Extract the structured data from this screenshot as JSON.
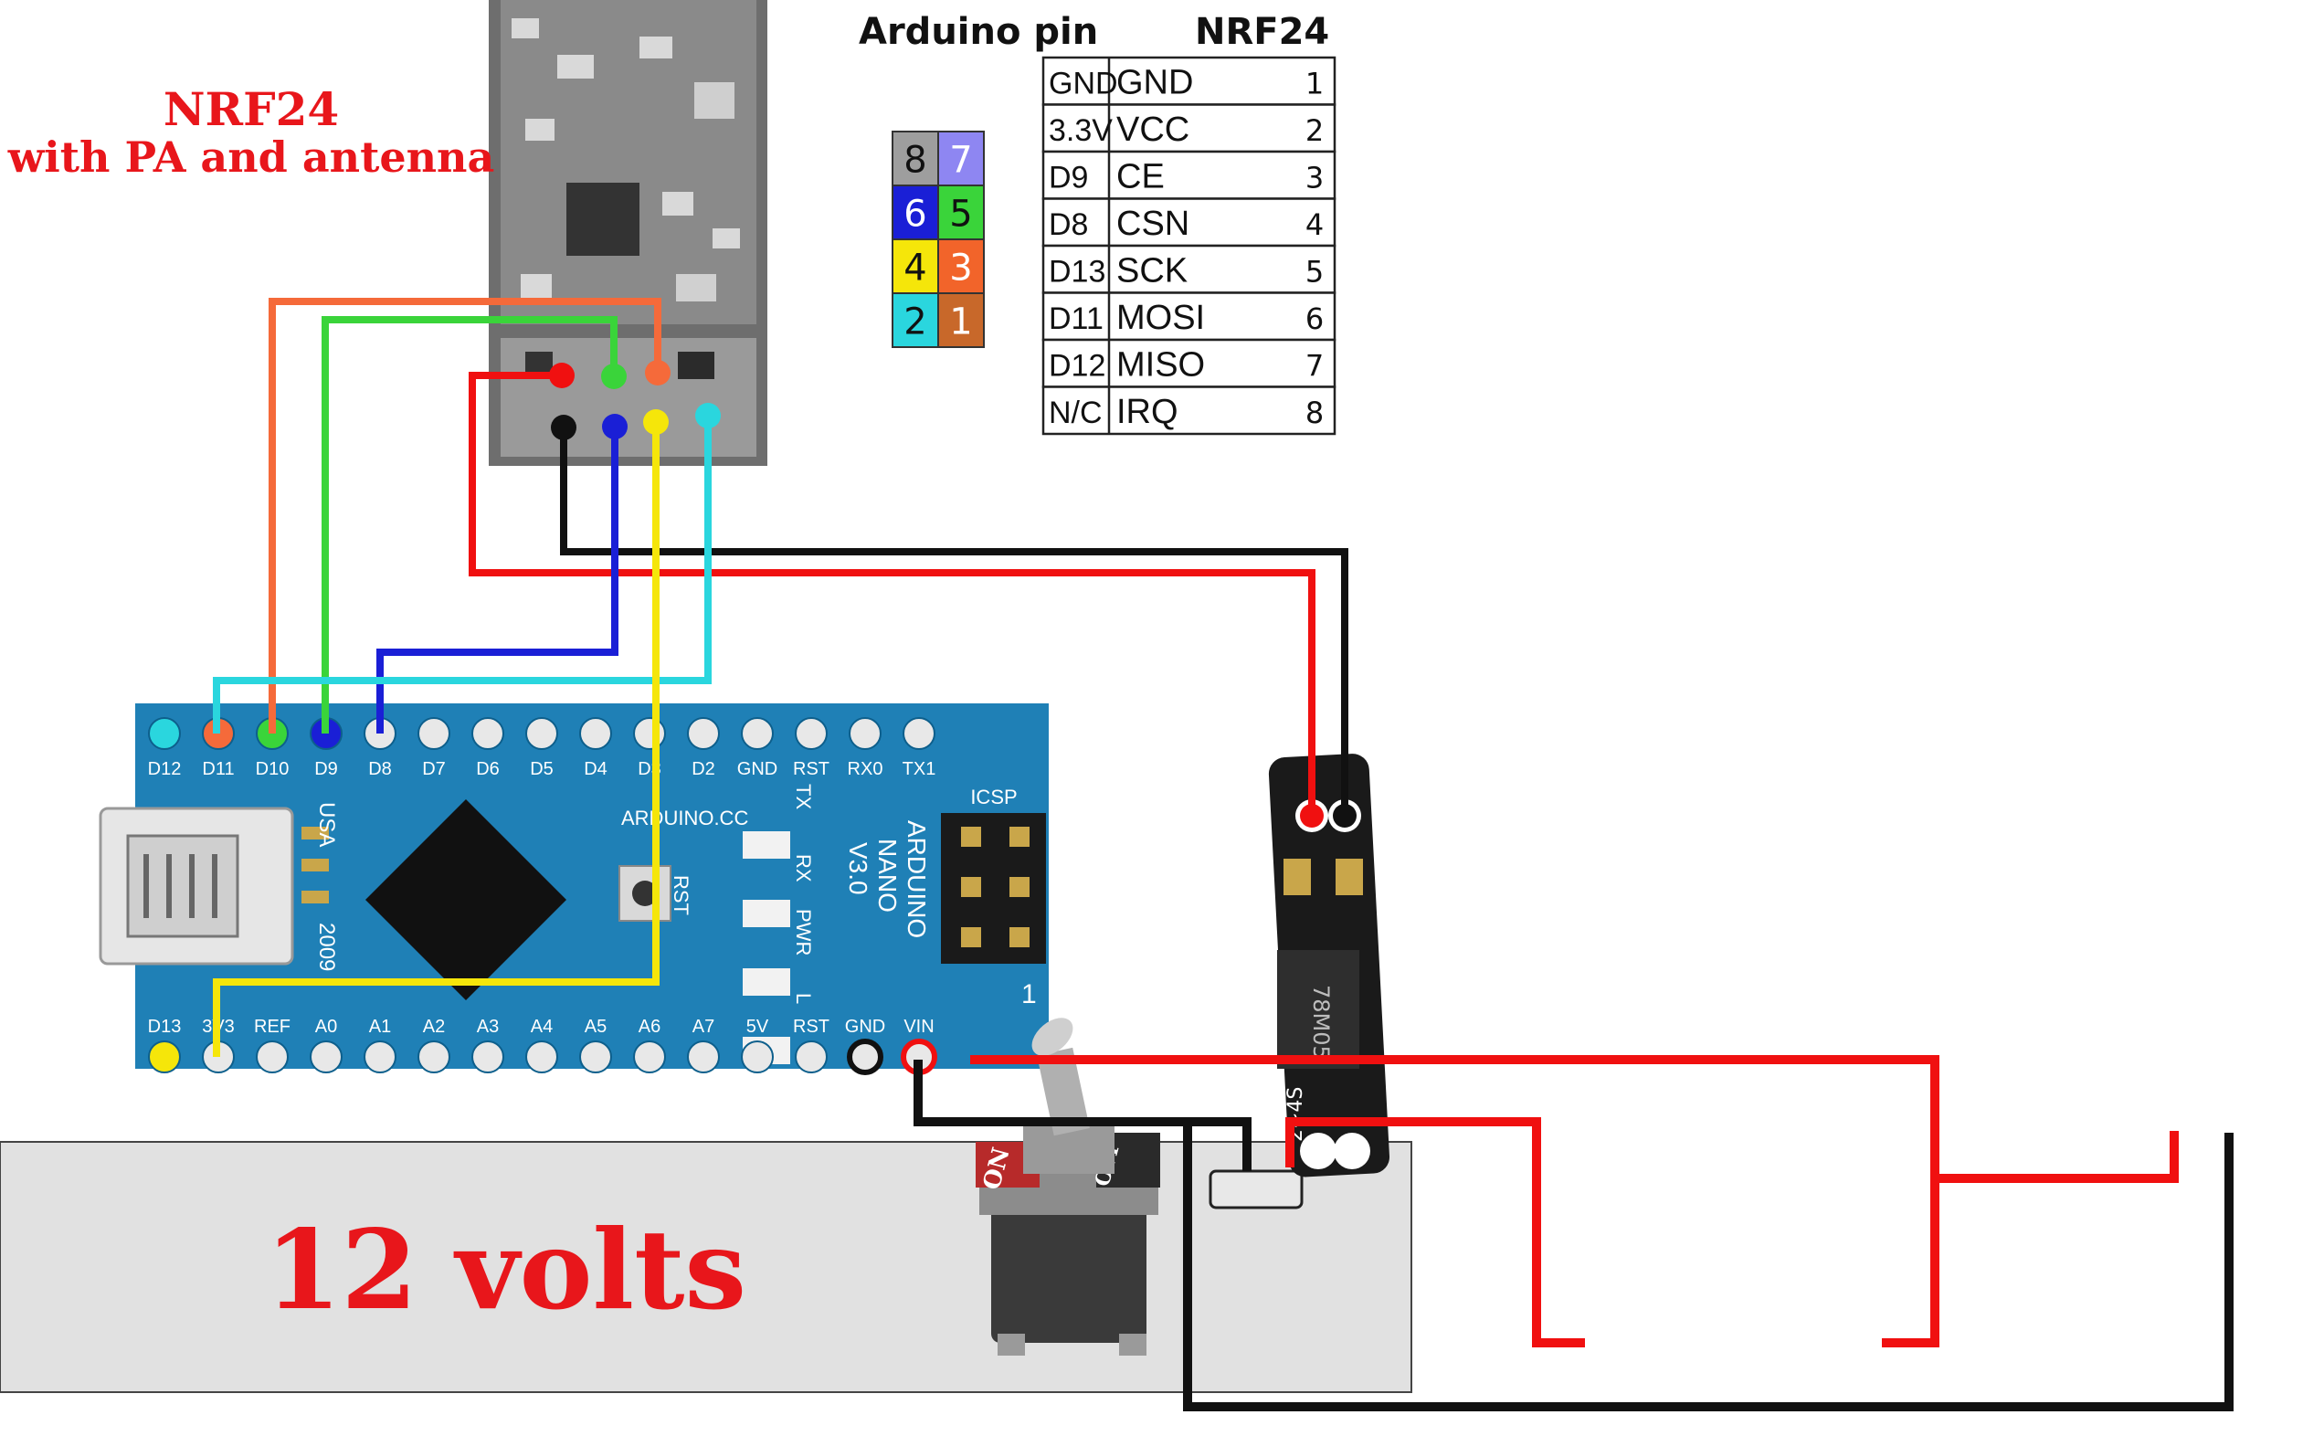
{
  "module_title": [
    "NRF24",
    "with PA and antenna"
  ],
  "table": {
    "header_left": "Arduino pin",
    "header_right": "NRF24",
    "rows": [
      {
        "arduino": "GND",
        "nrf": "GND",
        "num": "1"
      },
      {
        "arduino": "3.3V",
        "nrf": "VCC",
        "num": "2"
      },
      {
        "arduino": "D9",
        "nrf": "CE",
        "num": "3"
      },
      {
        "arduino": "D8",
        "nrf": "CSN",
        "num": "4"
      },
      {
        "arduino": "D13",
        "nrf": "SCK",
        "num": "5"
      },
      {
        "arduino": "D11",
        "nrf": "MOSI",
        "num": "6"
      },
      {
        "arduino": "D12",
        "nrf": "MISO",
        "num": "7"
      },
      {
        "arduino": "N/C",
        "nrf": "IRQ",
        "num": "8"
      }
    ]
  },
  "pin_legend": [
    {
      "label": "8",
      "color": "#9e9e9e"
    },
    {
      "label": "7",
      "color": "#8e86f2"
    },
    {
      "label": "6",
      "color": "#1a1fd6"
    },
    {
      "label": "5",
      "color": "#3ad43a"
    },
    {
      "label": "4",
      "color": "#f5e60a"
    },
    {
      "label": "3",
      "color": "#f2642a"
    },
    {
      "label": "2",
      "color": "#2ad6de"
    },
    {
      "label": "1",
      "color": "#c8682a"
    }
  ],
  "arduino": {
    "top_pins": [
      "D12",
      "D11",
      "D10",
      "D9",
      "D8",
      "D7",
      "D6",
      "D5",
      "D4",
      "D3",
      "D2",
      "GND",
      "RST",
      "RX0",
      "TX1"
    ],
    "bottom_pins": [
      "D13",
      "3V3",
      "REF",
      "A0",
      "A1",
      "A2",
      "A3",
      "A4",
      "A5",
      "A6",
      "A7",
      "5V",
      "RST",
      "GND",
      "VIN"
    ],
    "brand": "ARDUINO.CC",
    "model": [
      "ARDUINO",
      "NANO",
      "V3.0"
    ],
    "icsp": "ICSP",
    "usa": "USA",
    "year": "2009",
    "rst": "RST",
    "leds": [
      "TX",
      "RX",
      "PWR",
      "L"
    ],
    "one": "1"
  },
  "regulator": {
    "marking": "78M05",
    "input": "2~4S"
  },
  "switch": {
    "on": "ON",
    "off": "OFF"
  },
  "battery_label": "12 volts",
  "colors": {
    "red_wire": "#f01010",
    "black_wire": "#111111",
    "board_blue": "#1f80b6",
    "title_red": "#e8161b"
  }
}
